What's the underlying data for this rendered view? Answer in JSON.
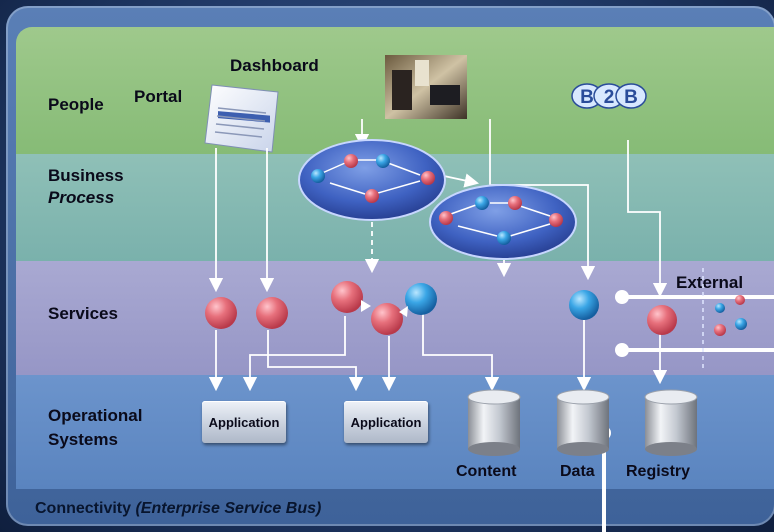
{
  "layers": {
    "people": "People",
    "business_line1": "Business",
    "business_line2": "Process",
    "services": "Services",
    "operational_line1": "Operational",
    "operational_line2": "Systems"
  },
  "people_items": {
    "portal": "Portal",
    "dashboard": "Dashboard",
    "b2b": "B2B"
  },
  "services_extra": {
    "external": "External"
  },
  "applications": [
    "Application",
    "Application"
  ],
  "stores": {
    "content": "Content",
    "data": "Data",
    "registry": "Registry"
  },
  "connectivity": {
    "label": "Connectivity",
    "sub": "(Enterprise Service Bus)"
  },
  "colors": {
    "people_band": "#9fc98c",
    "process_band": "#8fc0b7",
    "services_band": "#a9a9d2",
    "ops_band": "#6c94cc",
    "service_pink": "#e0606e",
    "service_blue": "#2f9fe0"
  }
}
